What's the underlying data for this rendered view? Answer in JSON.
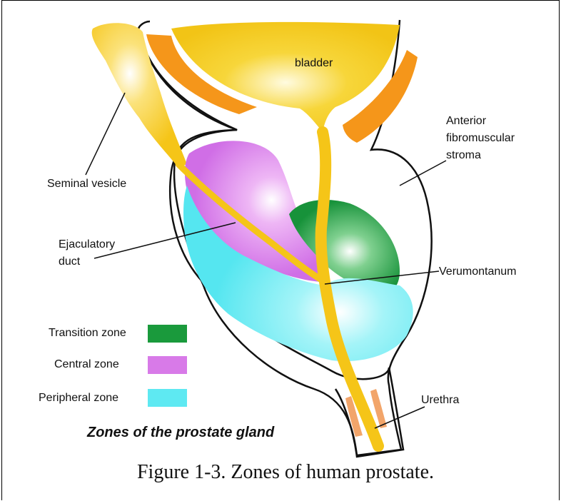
{
  "labels": {
    "bladder": "bladder",
    "stroma_line1": "Anterior",
    "stroma_line2": "fibromuscular",
    "stroma_line3": "stroma",
    "seminal_vesicle": "Seminal vesicle",
    "ejaculatory_line1": "Ejaculatory",
    "ejaculatory_line2": "duct",
    "verumontanum": "Verumontanum",
    "urethra": "Urethra",
    "diagram_title": "Zones of the prostate gland"
  },
  "legend": [
    {
      "label": "Transition zone",
      "color": "#1a9a3c"
    },
    {
      "label": "Central zone",
      "color": "#d87ae8"
    },
    {
      "label": "Peripheral zone",
      "color": "#5ee9f2"
    }
  ],
  "colors": {
    "bladder": "#f7d12a",
    "muscle": "#f5961a",
    "duct": "#f5c518",
    "sphincter": "#f2a56a",
    "outline": "#111111"
  },
  "caption": "Figure 1-3. Zones of human prostate."
}
